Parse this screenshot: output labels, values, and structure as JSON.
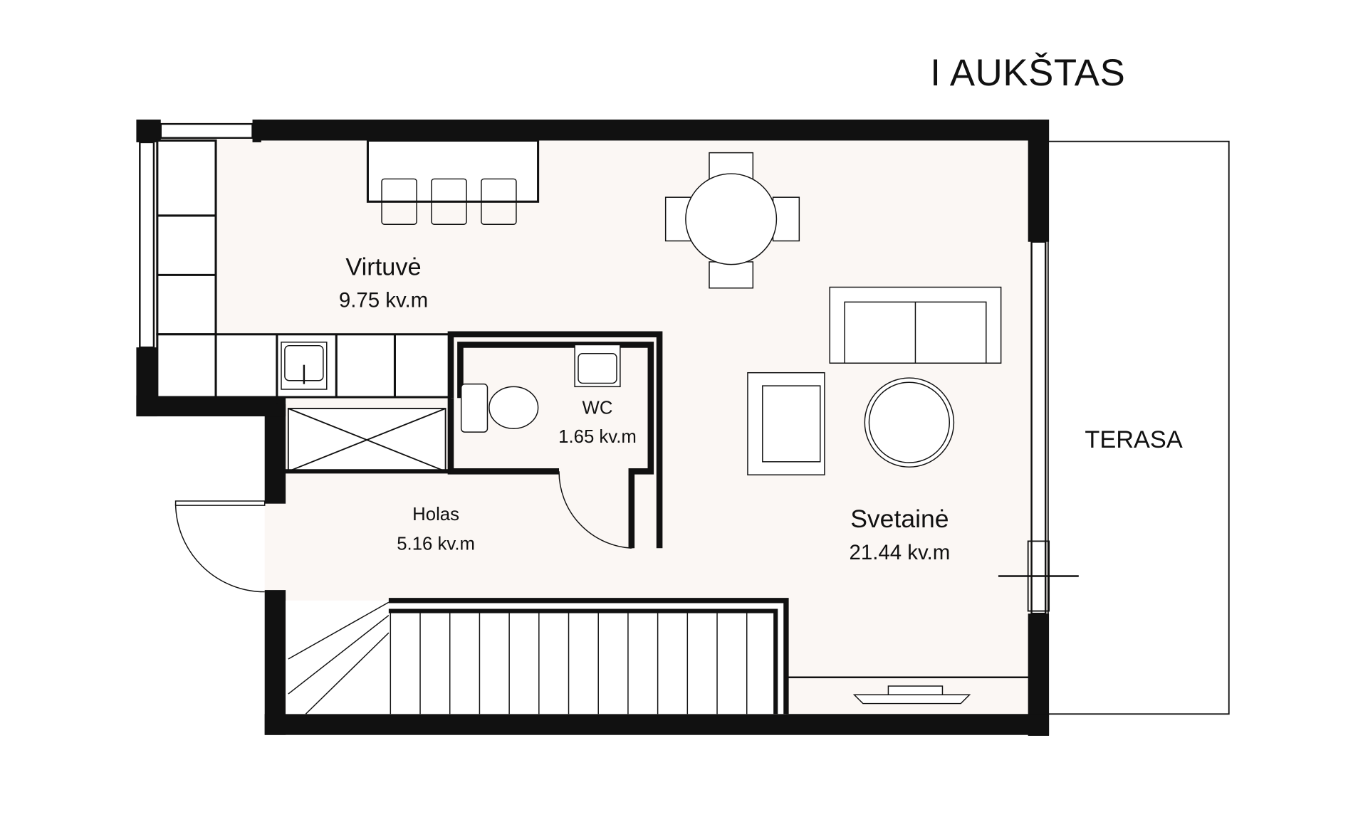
{
  "title": "I AUKŠTAS",
  "rooms": {
    "kitchen": {
      "name": "Virtuvė",
      "area": "9.75 kv.m"
    },
    "wc": {
      "name": "WC",
      "area": "1.65 kv.m"
    },
    "hall": {
      "name": "Holas",
      "area": "5.16 kv.m"
    },
    "living": {
      "name": "Svetainė",
      "area": "21.44 kv.m"
    },
    "terrace": {
      "name": "TERASA"
    }
  },
  "colors": {
    "floor": "#fbf7f4",
    "wall": "#111111",
    "background": "#ffffff"
  }
}
